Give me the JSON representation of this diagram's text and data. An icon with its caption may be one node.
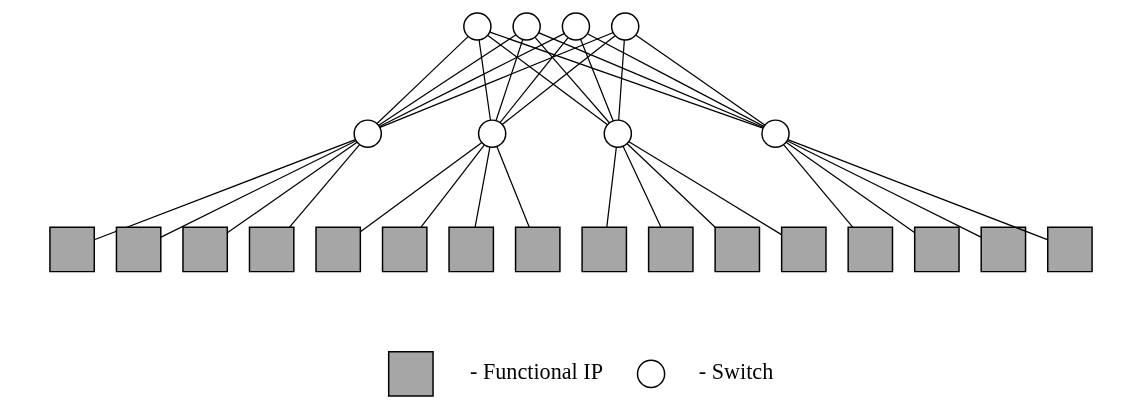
{
  "diagram": {
    "nodes": [
      {
        "text": [],
        "shape": "circle"
      },
      {
        "text": [],
        "shape": "circle"
      },
      {
        "text": [],
        "shape": "circle"
      },
      {
        "text": [],
        "shape": "circle"
      },
      {
        "text": [],
        "shape": "circle"
      },
      {
        "text": [],
        "shape": "circle"
      },
      {
        "text": [],
        "shape": "circle"
      },
      {
        "text": [],
        "shape": "circle"
      },
      {
        "text": [],
        "shape": "box"
      },
      {
        "text": [],
        "shape": "box"
      },
      {
        "text": [],
        "shape": "box"
      },
      {
        "text": [],
        "shape": "box"
      },
      {
        "text": [],
        "shape": "box"
      },
      {
        "text": [],
        "shape": "box"
      },
      {
        "text": [],
        "shape": "box"
      },
      {
        "text": [],
        "shape": "box"
      },
      {
        "text": [],
        "shape": "box"
      },
      {
        "text": [],
        "shape": "box"
      },
      {
        "text": [],
        "shape": "box"
      },
      {
        "text": [],
        "shape": "box"
      },
      {
        "text": [],
        "shape": "box"
      },
      {
        "text": [],
        "shape": "box"
      },
      {
        "text": [],
        "shape": "box"
      },
      {
        "text": [],
        "shape": "box"
      },
      {
        "text": [],
        "shape": "box"
      },
      {
        "text": [],
        "shape": "circle"
      }
    ],
    "edges": [
      {
        "from": 0,
        "to": 4,
        "arrow": "none"
      },
      {
        "from": 0,
        "to": 5,
        "arrow": "none"
      },
      {
        "from": 0,
        "to": 6,
        "arrow": "none"
      },
      {
        "from": 0,
        "to": 7,
        "arrow": "none"
      },
      {
        "from": 1,
        "to": 4,
        "arrow": "none"
      },
      {
        "from": 1,
        "to": 5,
        "arrow": "none"
      },
      {
        "from": 1,
        "to": 6,
        "arrow": "none"
      },
      {
        "from": 1,
        "to": 7,
        "arrow": "none"
      },
      {
        "from": 2,
        "to": 4,
        "arrow": "none"
      },
      {
        "from": 2,
        "to": 5,
        "arrow": "none"
      },
      {
        "from": 2,
        "to": 6,
        "arrow": "none"
      },
      {
        "from": 2,
        "to": 7,
        "arrow": "none"
      },
      {
        "from": 3,
        "to": 4,
        "arrow": "none"
      },
      {
        "from": 3,
        "to": 5,
        "arrow": "none"
      },
      {
        "from": 3,
        "to": 6,
        "arrow": "none"
      },
      {
        "from": 3,
        "to": 7,
        "arrow": "none"
      },
      {
        "from": 4,
        "to": 8,
        "arrow": "none"
      },
      {
        "from": 4,
        "to": 9,
        "arrow": "none"
      },
      {
        "from": 4,
        "to": 10,
        "arrow": "none"
      },
      {
        "from": 4,
        "to": 11,
        "arrow": "none"
      },
      {
        "from": 5,
        "to": 12,
        "arrow": "none"
      },
      {
        "from": 5,
        "to": 13,
        "arrow": "none"
      },
      {
        "from": 5,
        "to": 14,
        "arrow": "none"
      },
      {
        "from": 5,
        "to": 15,
        "arrow": "none"
      },
      {
        "from": 6,
        "to": 16,
        "arrow": "none"
      },
      {
        "from": 6,
        "to": 17,
        "arrow": "none"
      },
      {
        "from": 6,
        "to": 18,
        "arrow": "none"
      },
      {
        "from": 6,
        "to": 19,
        "arrow": "none"
      },
      {
        "from": 7,
        "to": 20,
        "arrow": "none"
      },
      {
        "from": 7,
        "to": 21,
        "arrow": "none"
      },
      {
        "from": 7,
        "to": 22,
        "arrow": "none"
      },
      {
        "from": 7,
        "to": 23,
        "arrow": "none"
      }
    ],
    "legend": [
      {
        "text": "- Functional IP"
      },
      {
        "text": "- Switch"
      }
    ]
  }
}
